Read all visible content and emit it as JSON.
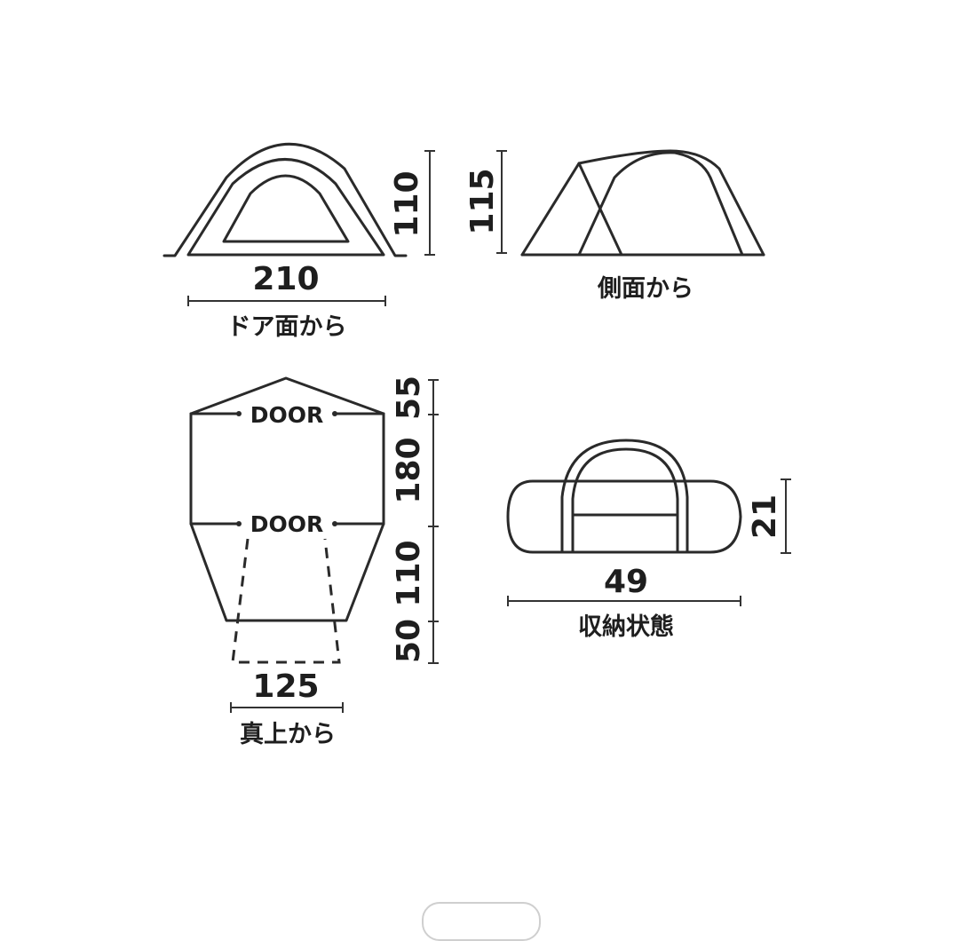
{
  "views": {
    "door_side": {
      "label": "ドア面から",
      "width": "210",
      "height": "110"
    },
    "side": {
      "label": "側面から",
      "height": "115"
    },
    "top": {
      "label": "真上から",
      "width": "125",
      "door_top": "DOOR",
      "door_bottom": "DOOR",
      "depths": [
        "55",
        "180",
        "110",
        "50"
      ]
    },
    "packed": {
      "label": "収納状態",
      "width": "49",
      "height": "21"
    }
  },
  "colors": {
    "line": "#2a2a2a",
    "background": "#ffffff"
  }
}
